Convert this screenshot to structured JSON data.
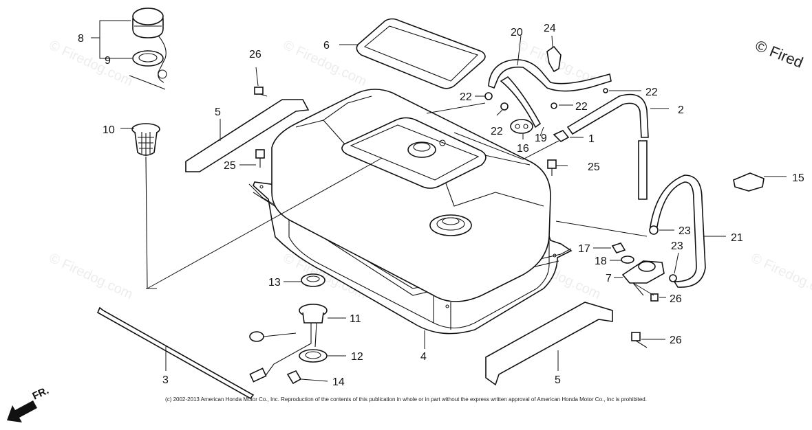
{
  "callouts": {
    "c1": "1",
    "c2": "2",
    "c3": "3",
    "c4": "4",
    "c5a": "5",
    "c5b": "5",
    "c6": "6",
    "c7": "7",
    "c8": "8",
    "c9": "9",
    "c10": "10",
    "c11": "11",
    "c12": "12",
    "c13": "13",
    "c14": "14",
    "c15": "15",
    "c16": "16",
    "c17": "17",
    "c18": "18",
    "c19": "19",
    "c20": "20",
    "c21": "21",
    "c22a": "22",
    "c22b": "22",
    "c22c": "22",
    "c22d": "22",
    "c23a": "23",
    "c23b": "23",
    "c24": "24",
    "c25a": "25",
    "c25b": "25",
    "c26a": "26",
    "c26b": "26",
    "c26c": "26"
  },
  "watermark": {
    "site": "© Firedog.com",
    "corner": "© Fired"
  },
  "copyright": "(c) 2002-2013 American Honda Motor Co., Inc. Reproduction of the contents of this publication in whole or in part without the express written approval of American Honda Motor Co., Inc is prohibited.",
  "direction_label": "FR."
}
